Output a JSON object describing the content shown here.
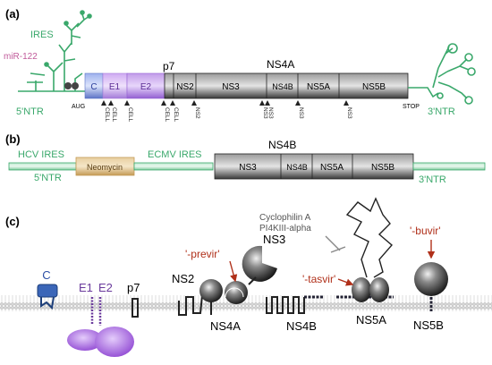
{
  "panel_a": {
    "tag": "(a)",
    "ires": "IRES",
    "mir": "miR-122",
    "aug": "AUG",
    "stop": "STOP",
    "utr5": "5'NTR",
    "utr3": "3'NTR",
    "p7": "p7",
    "ns4a_top": "NS4A",
    "proteins": [
      "C",
      "E1",
      "E2",
      "NS2",
      "NS3",
      "NS4B",
      "NS5A",
      "NS5B"
    ],
    "cleavage": [
      "CELL",
      "CELL",
      "CELL",
      "CELL",
      "CELL",
      "NS2",
      "NS3",
      "NS3",
      "NS3",
      "NS3"
    ]
  },
  "panel_b": {
    "tag": "(b)",
    "hcv_ires": "HCV IRES",
    "neomycin": "Neomycin",
    "ecmv_ires": "ECMV IRES",
    "utr5": "5'NTR",
    "utr3": "3'NTR",
    "ns4b_top": "NS4B",
    "segments": [
      "NS3",
      "NS4B",
      "NS5A",
      "NS5B"
    ]
  },
  "panel_c": {
    "tag": "(c)",
    "c": "C",
    "e1": "E1",
    "e2": "E2",
    "p7": "p7",
    "ns2": "NS2",
    "ns3": "NS3",
    "ns4a": "NS4A",
    "ns4b": "NS4B",
    "ns5a": "NS5A",
    "ns5b": "NS5B",
    "cyclophilin": "Cyclophilin A",
    "pi4k": "PI4KIII-alpha",
    "previr": "'-previr'",
    "tasvir": "'-tasvir'",
    "buvir": "'-buvir'"
  },
  "colors": {
    "utr_green": "#3aa86b",
    "core_blue": "#6f86d8",
    "e1_purple": "#b98be8",
    "e2_purple": "#a66ae0",
    "neomycin": "#d9b36f",
    "drug_red": "#b0301a",
    "gray_bar": "#2a2a2a"
  }
}
